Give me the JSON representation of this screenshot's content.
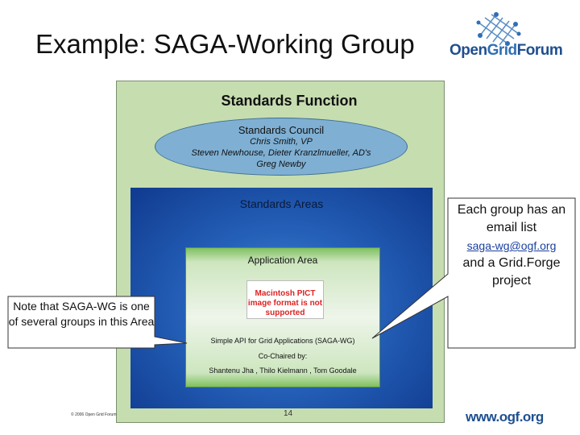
{
  "slide": {
    "title": "Example: SAGA-Working Group",
    "logo": {
      "text_open": "Open",
      "text_grid": "Grid",
      "text_forum": "Forum"
    },
    "standards_function": {
      "title": "Standards Function"
    },
    "council": {
      "title": "Standards Council",
      "lines": [
        "Chris Smith, VP",
        "Steven Newhouse, Dieter Kranzlmueller, AD's",
        "Greg Newby"
      ]
    },
    "standards_areas": {
      "title": "Standards Areas"
    },
    "application_area": {
      "title": "Application Area",
      "pict_placeholder": "Macintosh PICT image format is not supported",
      "lines": [
        "Simple API for Grid Applications (SAGA-WG)",
        "Co-Chaired by:",
        "Shantenu Jha , Thilo Kielmann , Tom Goodale"
      ]
    },
    "note_left": "Note that SAGA-WG is one of several groups in this Area",
    "note_right": {
      "line1": "Each group has an email list",
      "email": "saga-wg@ogf.org",
      "line2": "and a Grid.Forge project"
    },
    "footer": {
      "copyright": "© 2006 Open Grid Forum",
      "page_number": "14",
      "url": "www.ogf.org"
    }
  },
  "colors": {
    "panel_green": "#c6ddb0",
    "council_blue": "#7fb0d4",
    "areas_blue": "#2560b8",
    "brand_blue": "#1f4f8f"
  }
}
